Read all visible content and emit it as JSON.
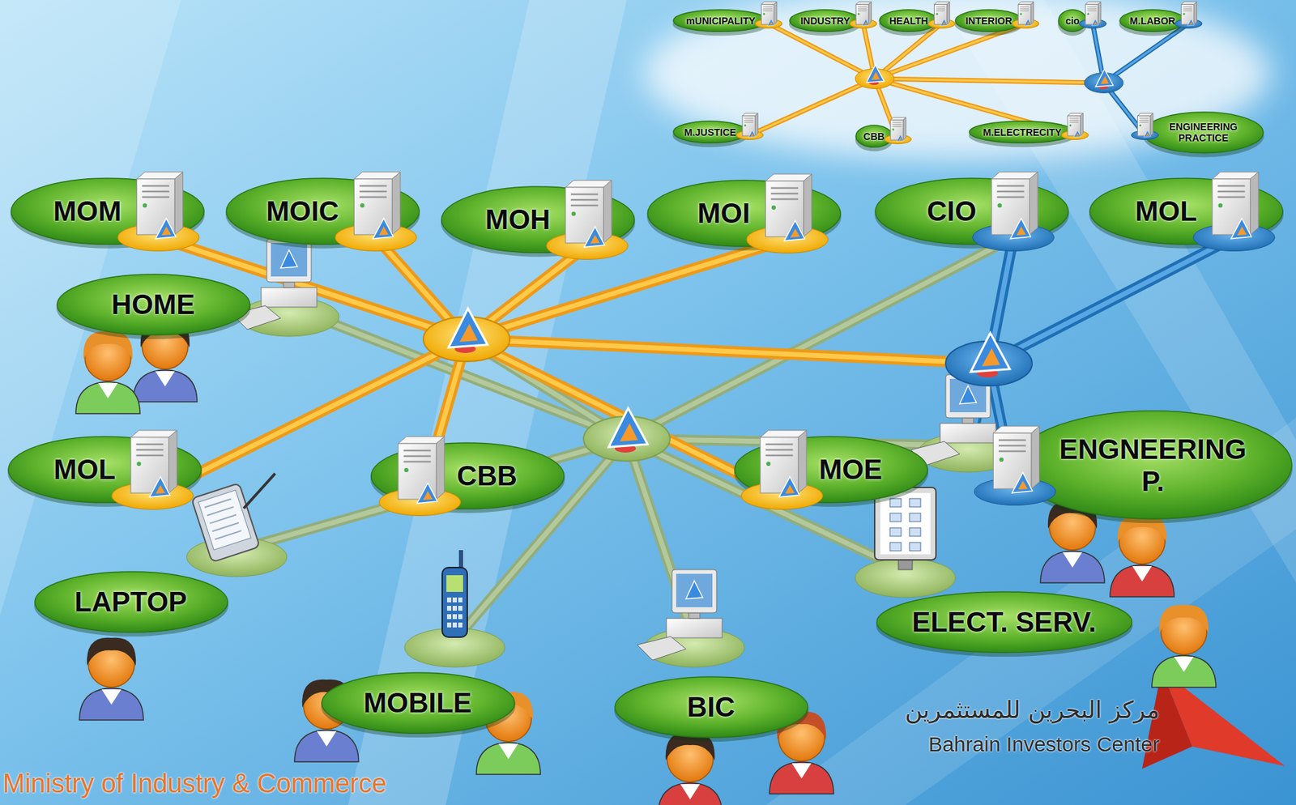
{
  "diagram": {
    "nodes": [
      {
        "text": [
          "mUNICIPALITY"
        ]
      },
      {
        "text": [
          "INDUSTRY"
        ]
      },
      {
        "text": [
          "HEALTH"
        ]
      },
      {
        "text": [
          "INTERIOR"
        ]
      },
      {
        "text": [
          "cio"
        ]
      },
      {
        "text": [
          "M.LABOR"
        ]
      },
      {
        "text": [
          "M.JUSTICE"
        ]
      },
      {
        "text": [
          "CBB"
        ]
      },
      {
        "text": [
          "M.ELECTRECITY"
        ]
      },
      {
        "text": [
          "ENGINEERING PRACTICE"
        ]
      },
      {
        "text": [
          "MOM"
        ]
      },
      {
        "text": [
          "MOIC"
        ]
      },
      {
        "text": [
          "MOH"
        ]
      },
      {
        "text": [
          "MOI"
        ]
      },
      {
        "text": [
          "CIO"
        ]
      },
      {
        "text": [
          "MOL"
        ]
      },
      {
        "text": [
          "HOME"
        ]
      },
      {
        "text": [
          "MOL"
        ]
      },
      {
        "text": [
          "CBB"
        ]
      },
      {
        "text": [
          "MOE"
        ]
      },
      {
        "text": [
          "ENGNEERING P."
        ]
      },
      {
        "text": [
          "LAPTOP"
        ]
      },
      {
        "text": [
          "ELECT. SERV."
        ]
      },
      {
        "text": [
          "MOBILE"
        ]
      },
      {
        "text": [
          "BIC"
        ]
      }
    ],
    "labels": [
      "Ministry of Industry & Commerce",
      "مركز البحرين للمستثمرين",
      "Bahrain Investors Center"
    ]
  }
}
